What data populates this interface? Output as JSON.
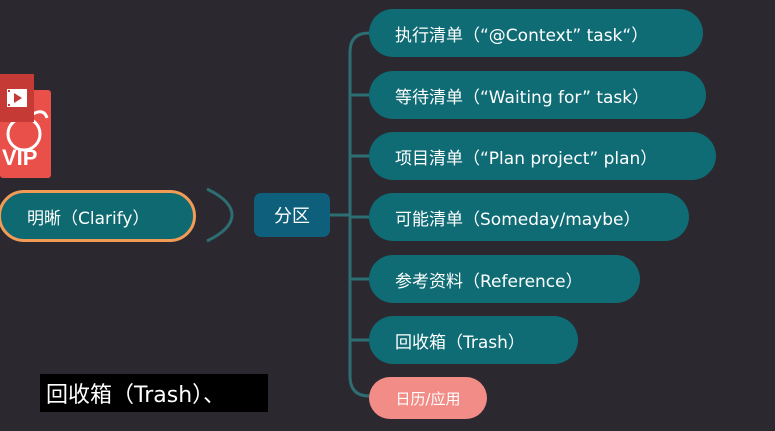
{
  "mindmap": {
    "root": "明晰（Clarify）",
    "branch": "分区",
    "leaves": [
      "执行清单（“@Context” task“）",
      "等待清单（“Waiting for” task）",
      "项目清单（“Plan project” plan）",
      "可能清单（Someday/maybe）",
      "参考资料（Reference）",
      "回收箱（Trash）",
      "日历/应用"
    ]
  },
  "logo": {
    "icon": "play-icon",
    "text": "VIP"
  },
  "subtitle": "回收箱（Trash）、",
  "colors": {
    "background": "#2b2830",
    "node_teal": "#0f6c75",
    "branch_blue": "#0d5f7c",
    "root_border": "#f29b55",
    "pink_node": "#f28c86",
    "connector": "#2d6e73",
    "logo_red": "#e9504a"
  }
}
